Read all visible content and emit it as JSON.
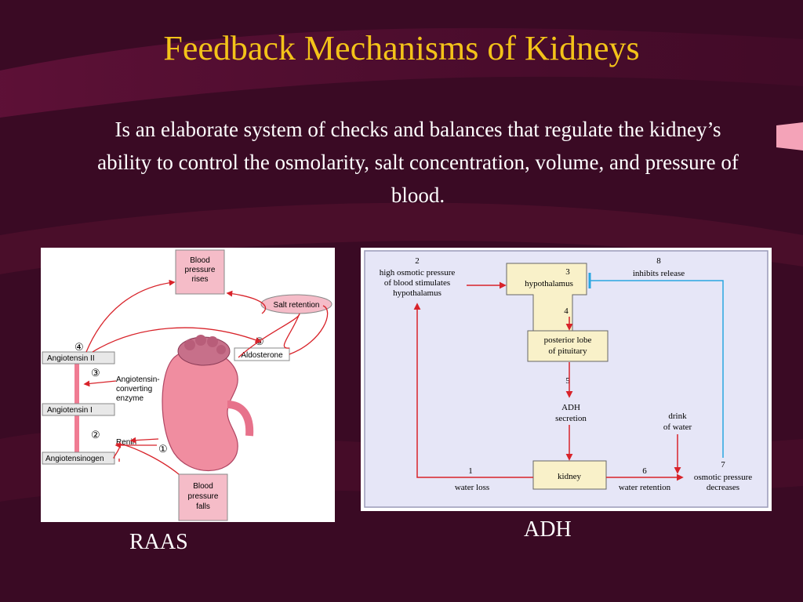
{
  "slide": {
    "title": "Feedback Mechanisms of Kidneys",
    "body": "Is an elaborate system of checks and balances that regulate the kidney’s ability to control the osmolarity, salt concentration, volume, and pressure of blood."
  },
  "raas": {
    "caption": "RAAS",
    "bp_rises": [
      "Blood",
      "pressure",
      "rises"
    ],
    "bp_falls": [
      "Blood",
      "pressure",
      "falls"
    ],
    "salt_retention": "Salt retention",
    "aldosterone": "Aldosterone",
    "angiotensin_ii": "Angiotensin II",
    "angiotensin_i": "Angiotensin I",
    "angiotensinogen": "Angiotensinogen",
    "ace": [
      "Angiotensin-",
      "converting",
      "enzyme"
    ],
    "renin": "Renin",
    "steps": [
      "①",
      "②",
      "③",
      "④",
      "⑤"
    ]
  },
  "adh": {
    "caption": "ADH",
    "n1": "1",
    "water_loss": "water loss",
    "n2": "2",
    "stimulus": [
      "high osmotic pressure",
      "of blood stimulates",
      "hypothalamus"
    ],
    "n3": "3",
    "hypothalamus": "hypothalamus",
    "n4": "4",
    "pituitary": [
      "posterior lobe",
      "of pituitary"
    ],
    "n5": "5",
    "adh_secretion": [
      "ADH",
      "secretion"
    ],
    "kidney": "kidney",
    "n6": "6",
    "water_retention": "water retention",
    "n7": "7",
    "osmotic_decreases": [
      "osmotic pressure",
      "decreases"
    ],
    "n8": "8",
    "inhibits": "inhibits release",
    "drink": [
      "drink",
      "of water"
    ]
  },
  "colors": {
    "title": "#f3c319",
    "background": "#3a0a24",
    "accent_red": "#d8232a",
    "kidney_pink": "#f08da0",
    "box_pink": "#f5bcc8",
    "adh_bg": "#e6e6f7",
    "adh_box": "#f9f1c9",
    "inhibit_blue": "#2aa6e0"
  }
}
